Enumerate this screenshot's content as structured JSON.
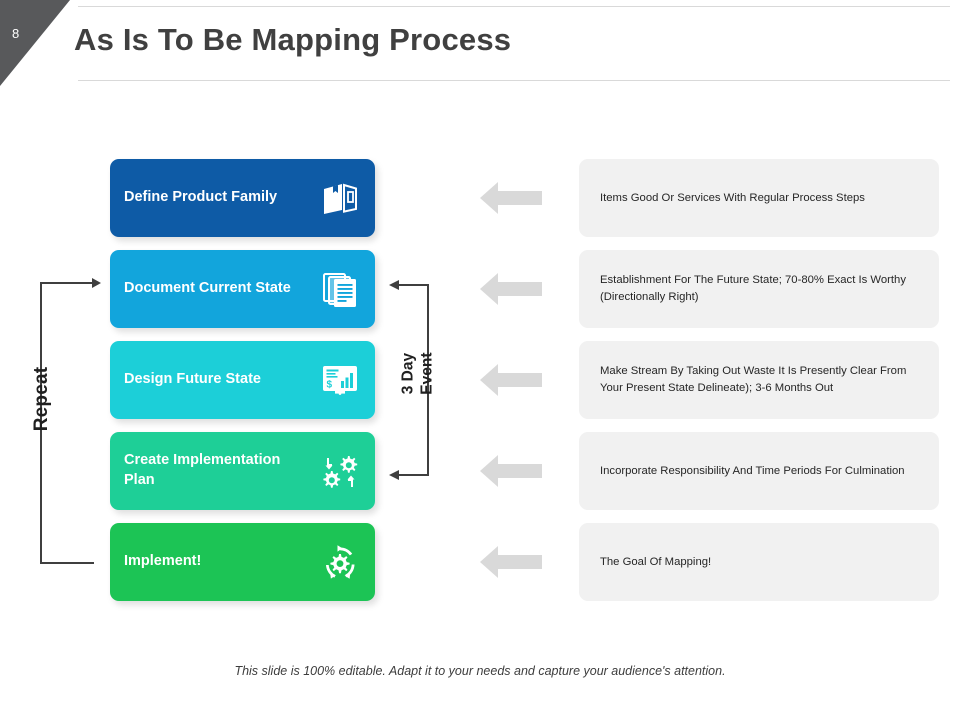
{
  "header": {
    "slide_number": "8",
    "title": "As Is To Be Mapping Process"
  },
  "left_bracket": {
    "label": "Repeat"
  },
  "middle_bracket": {
    "label_line1": "3 Day",
    "label_line2": "Event"
  },
  "steps": [
    {
      "label": "Define Product Family",
      "color": "#0E5BA6",
      "icon": "package-box-icon",
      "arrow": "left-block-arrow",
      "arrow_color": "#D9D9D9",
      "description": "Items Good Or Services With Regular Process Steps"
    },
    {
      "label": "Document Current State",
      "color": "#12A5DC",
      "icon": "documents-stack-icon",
      "arrow": "left-block-arrow",
      "arrow_color": "#D9D9D9",
      "description": "Establishment For The Future State; 70-80% Exact Is Worthy (Directionally Right)"
    },
    {
      "label": "Design Future State",
      "color": "#1CCFD8",
      "icon": "dashboard-chart-icon",
      "arrow": "left-block-arrow",
      "arrow_color": "#D9D9D9",
      "description": "Make Stream By Taking Out Waste It Is Presently Clear From Your Present State Delineate); 3-6 Months Out"
    },
    {
      "label": "Create Implementation Plan",
      "color": "#1ECF97",
      "icon": "two-gears-cycle-icon",
      "arrow": "left-block-arrow",
      "arrow_color": "#D9D9D9",
      "description": "Incorporate Responsibility And Time Periods For Culmination"
    },
    {
      "label": "Implement!",
      "color": "#1CC455",
      "icon": "gear-rotation-icon",
      "arrow": "left-block-arrow",
      "arrow_color": "#D9D9D9",
      "description": "The Goal Of Mapping!"
    }
  ],
  "footer": {
    "note": "This slide is 100% editable. Adapt it to your needs and capture your audience's attention."
  }
}
